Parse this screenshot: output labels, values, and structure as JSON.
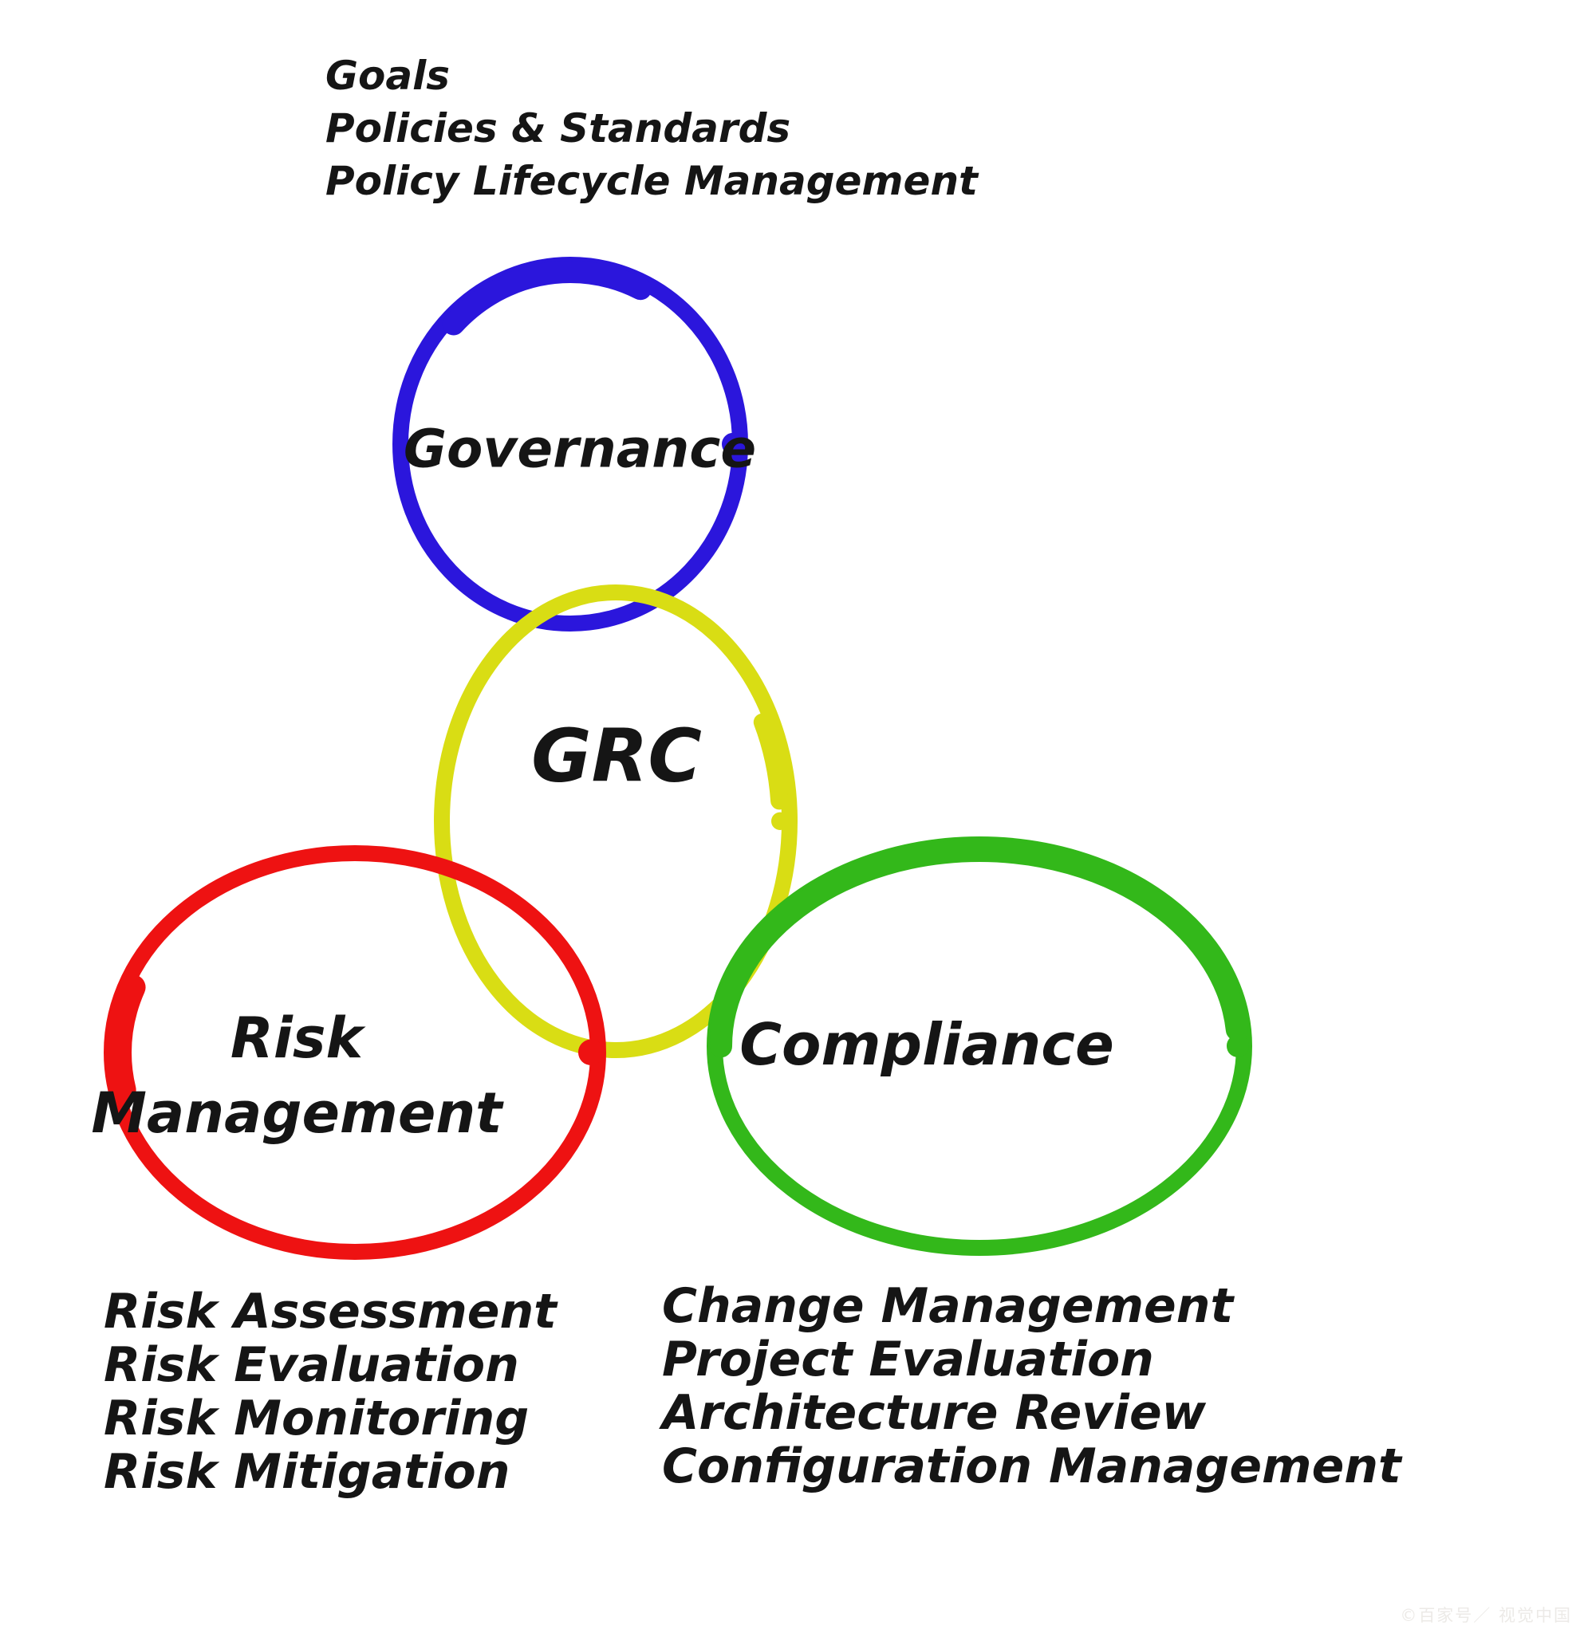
{
  "colors": {
    "governance": "#2b16dc",
    "grc": "#d9dd14",
    "risk": "#ee1212",
    "compliance": "#33b81a",
    "ink": "#151515",
    "watermark": "#eceae7"
  },
  "top_annotations": {
    "items": [
      "Goals",
      "Policies & Standards",
      "Policy Lifecycle Management"
    ]
  },
  "circles": {
    "governance": {
      "label": "Governance"
    },
    "grc": {
      "label": "GRC"
    },
    "risk": {
      "label_line1": "Risk",
      "label_line2": "Management"
    },
    "compliance": {
      "label": "Compliance"
    }
  },
  "risk_items": {
    "items": [
      "Risk Assessment",
      "Risk Evaluation",
      "Risk Monitoring",
      "Risk Mitigation"
    ]
  },
  "compliance_items": {
    "items": [
      "Change Management",
      "Project Evaluation",
      "Architecture Review",
      "Configuration Management"
    ]
  },
  "watermark": {
    "text": "©百家号／ 视觉中国"
  }
}
